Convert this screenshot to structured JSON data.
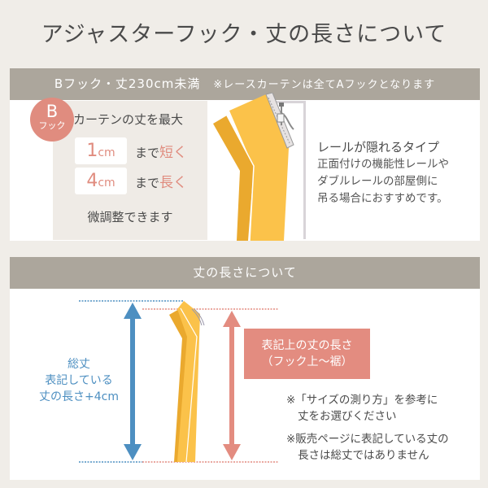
{
  "header": {
    "title": "アジャスターフック・丈の長さについて"
  },
  "top_section": {
    "band_title": "Bフック・丈230cm未満",
    "band_note": "※レースカーテンは全てAフックとなります",
    "badge": {
      "letter": "B",
      "label": "フック"
    },
    "info": {
      "heading": "カーテンの丈を最大",
      "rows": [
        {
          "value": "1",
          "unit": "cm",
          "prefix": "まで",
          "accent": "短く"
        },
        {
          "value": "4",
          "unit": "cm",
          "prefix": "まで",
          "accent": "長く"
        }
      ],
      "footer": "微調整できます"
    },
    "rail": {
      "title": "レールが隠れるタイプ",
      "lines": [
        "正面付けの機能性レールや",
        "ダブルレールの部屋側に",
        "吊る場合におすすめです。"
      ]
    }
  },
  "bottom_section": {
    "band_title": "丈の長さについて",
    "total_label": [
      "総丈",
      "表記している",
      "丈の長さ+4cm"
    ],
    "length_box": [
      "表記上の丈の長さ",
      "（フック上～裾）"
    ],
    "notes": [
      {
        "first": "※「サイズの測り方」を参考に",
        "second": "丈をお選びください"
      },
      {
        "first": "※販売ページに表記している丈の",
        "second": "長さは総丈ではありません"
      }
    ]
  },
  "colors": {
    "background": "#f0ede8",
    "band": "#aca69c",
    "accent_salmon": "#e08c7f",
    "accent_blue": "#4d8fc1",
    "curtain_light": "#fbc24a",
    "curtain_dark": "#eaa92e",
    "info_box": "#efebe6"
  }
}
